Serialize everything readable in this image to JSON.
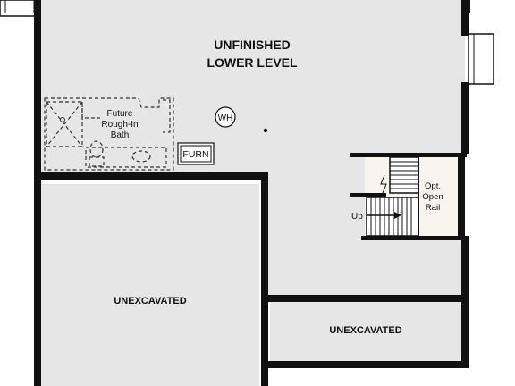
{
  "rooms": {
    "main_line1": "UNFINISHED",
    "main_line2": "LOWER LEVEL",
    "left": "UNEXCAVATED",
    "right": "UNEXCAVATED"
  },
  "bath": {
    "line1": "Future",
    "line2": "Rough-In",
    "line3": "Bath"
  },
  "fixtures": {
    "water_heater": "WH",
    "furnace": "FURN"
  },
  "stairs": {
    "up": "Up",
    "rail_line1": "Opt.",
    "rail_line2": "Open",
    "rail_line3": "Rail"
  },
  "colors": {
    "floor": "#e6e6e6",
    "wall": "#111111",
    "stair_area": "#f8f4ee"
  }
}
